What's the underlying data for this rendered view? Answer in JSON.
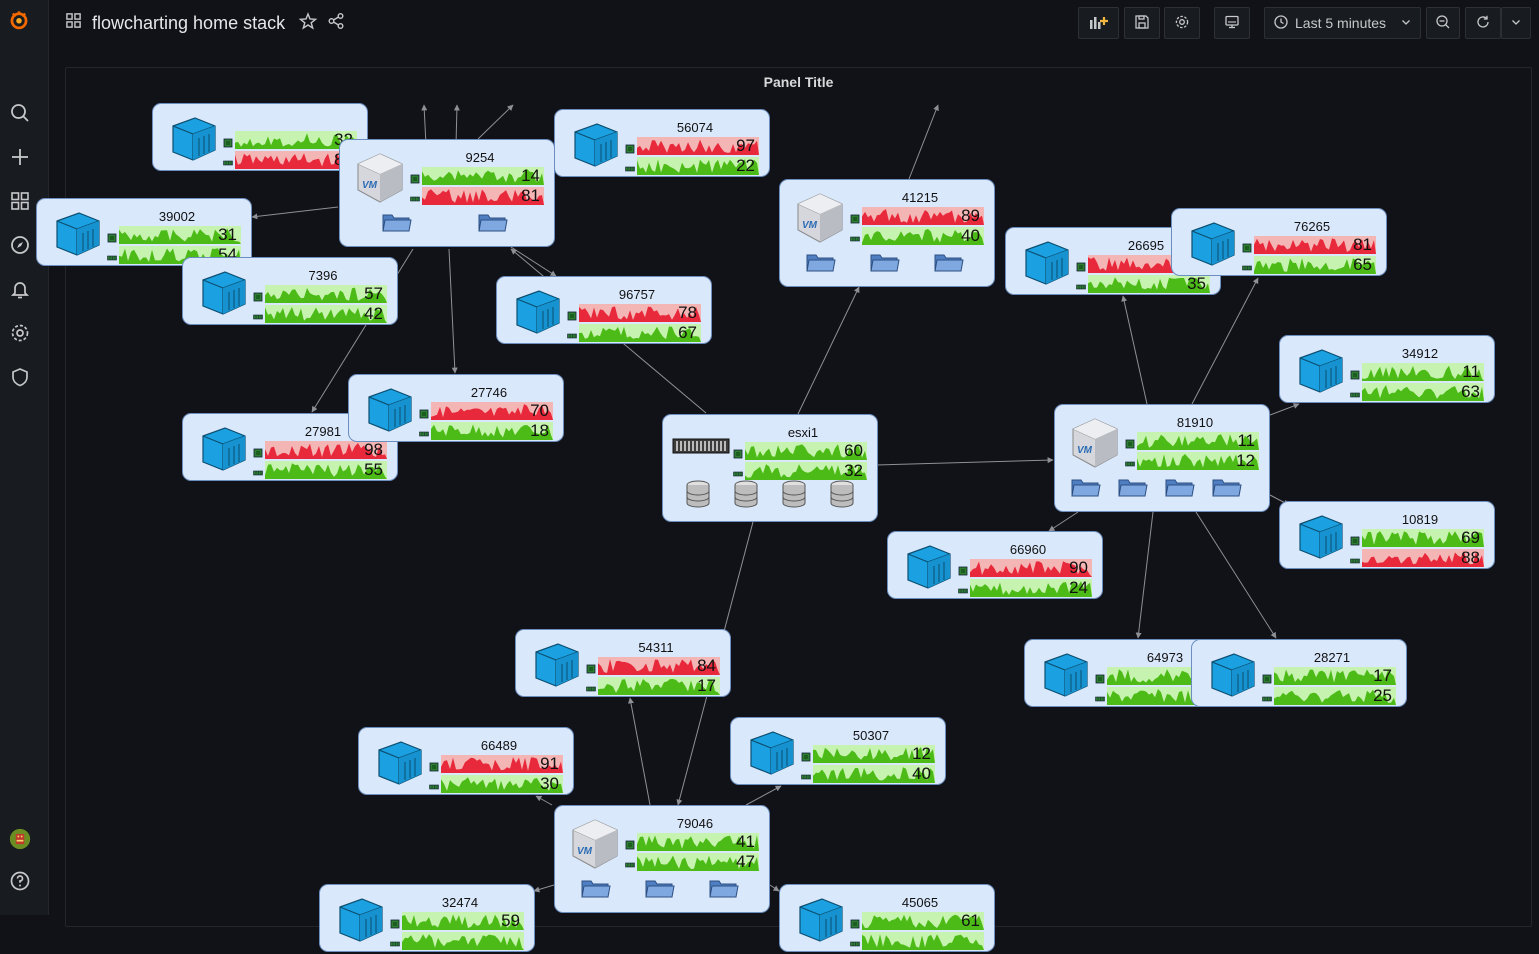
{
  "dashboard": {
    "title": "flowcharting home stack",
    "time_range_label": "Last 5 minutes",
    "panel_title": "Panel Title"
  },
  "sidebar": {
    "icons": [
      "grafana-logo-icon",
      "search-icon",
      "plus-icon",
      "dashboards-icon",
      "explore-compass-icon",
      "bell-alerting-icon",
      "gear-icon",
      "shield-icon",
      "user-avatar-icon",
      "help-icon"
    ]
  },
  "colors": {
    "background": "#111217",
    "node_fill": "#dae8fc",
    "node_border": "#6c8ebf",
    "ok": "#4cbb17",
    "critical": "#e8283b",
    "cube": "#1ba1e2"
  },
  "nodes": [
    {
      "id": "n1",
      "label": "",
      "type": "container",
      "v1": "32",
      "v2": "89",
      "c1": "green",
      "c2": "red"
    },
    {
      "id": "n2",
      "label": "9254",
      "type": "vm",
      "v1": "14",
      "v2": "81",
      "c1": "green",
      "c2": "red",
      "folders": 2
    },
    {
      "id": "n3",
      "label": "56074",
      "type": "container",
      "v1": "97",
      "v2": "22",
      "c1": "red",
      "c2": "green"
    },
    {
      "id": "n4",
      "label": "39002",
      "type": "container",
      "v1": "31",
      "v2": "54",
      "c1": "green",
      "c2": "green"
    },
    {
      "id": "n5",
      "label": "7396",
      "type": "container",
      "v1": "57",
      "v2": "42",
      "c1": "green",
      "c2": "green"
    },
    {
      "id": "n6",
      "label": "96757",
      "type": "container",
      "v1": "78",
      "v2": "67",
      "c1": "red",
      "c2": "green"
    },
    {
      "id": "n7",
      "label": "41215",
      "type": "vm",
      "v1": "89",
      "v2": "40",
      "c1": "red",
      "c2": "green",
      "folders": 3
    },
    {
      "id": "n8",
      "label": "26695",
      "type": "container",
      "v1": "",
      "v2": "35",
      "c1": "red",
      "c2": "green"
    },
    {
      "id": "n9",
      "label": "76265",
      "type": "container",
      "v1": "81",
      "v2": "65",
      "c1": "red",
      "c2": "green"
    },
    {
      "id": "n10",
      "label": "34912",
      "type": "container",
      "v1": "11",
      "v2": "63",
      "c1": "green",
      "c2": "green"
    },
    {
      "id": "n11",
      "label": "27981",
      "type": "container",
      "v1": "98",
      "v2": "55",
      "c1": "red",
      "c2": "green"
    },
    {
      "id": "n12",
      "label": "27746",
      "type": "container",
      "v1": "70",
      "v2": "18",
      "c1": "red",
      "c2": "green"
    },
    {
      "id": "n13",
      "label": "esxi1",
      "type": "host",
      "v1": "60",
      "v2": "32",
      "c1": "green",
      "c2": "green",
      "disks": 4
    },
    {
      "id": "n14",
      "label": "81910",
      "type": "vm",
      "v1": "11",
      "v2": "12",
      "c1": "green",
      "c2": "green",
      "folders": 4
    },
    {
      "id": "n15",
      "label": "10819",
      "type": "container",
      "v1": "69",
      "v2": "88",
      "c1": "green",
      "c2": "red"
    },
    {
      "id": "n16",
      "label": "66960",
      "type": "container",
      "v1": "90",
      "v2": "24",
      "c1": "red",
      "c2": "green"
    },
    {
      "id": "n17",
      "label": "54311",
      "type": "container",
      "v1": "84",
      "v2": "17",
      "c1": "red",
      "c2": "green"
    },
    {
      "id": "n18",
      "label": "64973",
      "type": "container",
      "v1": "",
      "v2": "",
      "c1": "green",
      "c2": "green"
    },
    {
      "id": "n19",
      "label": "28271",
      "type": "container",
      "v1": "17",
      "v2": "25",
      "c1": "green",
      "c2": "green"
    },
    {
      "id": "n20",
      "label": "66489",
      "type": "container",
      "v1": "91",
      "v2": "30",
      "c1": "red",
      "c2": "green"
    },
    {
      "id": "n21",
      "label": "50307",
      "type": "container",
      "v1": "12",
      "v2": "40",
      "c1": "green",
      "c2": "green"
    },
    {
      "id": "n22",
      "label": "79046",
      "type": "vm",
      "v1": "41",
      "v2": "47",
      "c1": "green",
      "c2": "green",
      "folders": 3
    },
    {
      "id": "n23",
      "label": "32474",
      "type": "container",
      "v1": "59",
      "v2": "",
      "c1": "green",
      "c2": "green"
    },
    {
      "id": "n24",
      "label": "45065",
      "type": "container",
      "v1": "61",
      "v2": "",
      "c1": "green",
      "c2": "green"
    }
  ]
}
